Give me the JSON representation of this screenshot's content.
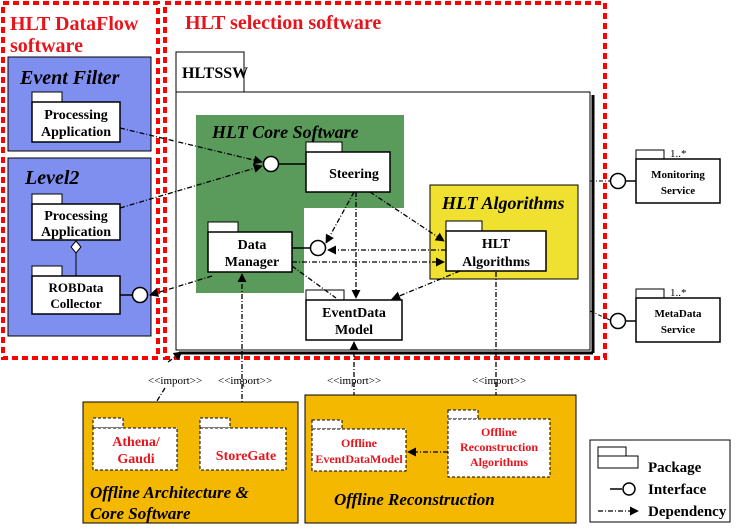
{
  "regions": {
    "dataflow_title_1": "HLT DataFlow",
    "dataflow_title_2": "software",
    "selection_title": "HLT selection software"
  },
  "packages": {
    "event_filter": "Event Filter",
    "ef_processing_1": "Processing",
    "ef_processing_2": "Application",
    "level2": "Level2",
    "l2_processing_1": "Processing",
    "l2_processing_2": "Application",
    "rob_1": "ROBData",
    "rob_2": "Collector",
    "hltssw": "HLTSSW",
    "core_software": "HLT Core Software",
    "steering": "Steering",
    "data_manager_1": "Data",
    "data_manager_2": "Manager",
    "hlt_algorithms_group": "HLT Algorithms",
    "hlt_algorithms_1": "HLT",
    "hlt_algorithms_2": "Algorithms",
    "eventdata_1": "EventData",
    "eventdata_2": "Model",
    "monitoring_mult": "1..*",
    "monitoring_1": "Monitoring",
    "monitoring_2": "Service",
    "metadata_mult": "1..*",
    "metadata_1": "MetaData",
    "metadata_2": "Service"
  },
  "offline": {
    "athena_1": "Athena/",
    "athena_2": "Gaudi",
    "storegate": "StoreGate",
    "arch_title_1": "Offline Architecture &",
    "arch_title_2": "Core Software",
    "edm_1": "Offline",
    "edm_2": "EventDataModel",
    "reco_alg_1": "Offline",
    "reco_alg_2": "Reconstruction",
    "reco_alg_3": "Algorithms",
    "reco_title": "Offline Reconstruction"
  },
  "imports": {
    "i1": "<<import>>",
    "i2": "<<import>>",
    "i3": "<<import>>",
    "i4": "<<import>>"
  },
  "legend": {
    "package": "Package",
    "interface": "Interface",
    "dependency": "Dependency"
  },
  "colors": {
    "blue_region": "#7f8ff0",
    "green_core": "#5a9a5a",
    "yellow_algs": "#f0e030",
    "orange_offline": "#f5b800",
    "red_text": "#e8141c",
    "red_dashed_border": "#ff0000"
  }
}
